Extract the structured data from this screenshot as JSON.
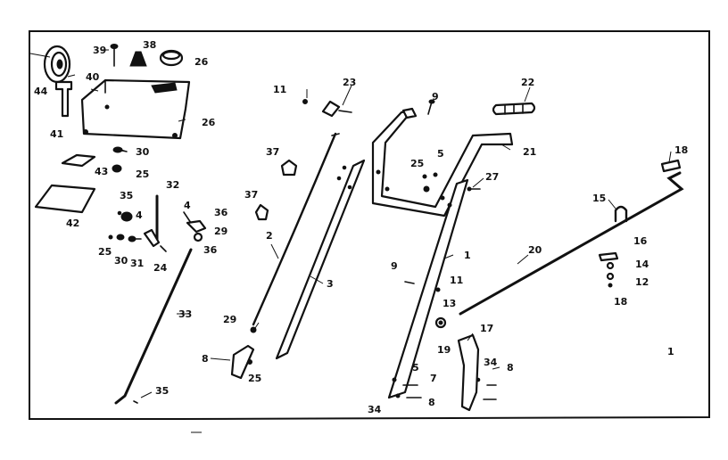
{
  "labels": {
    "l39": "39",
    "l38a": "38",
    "l26a": "26",
    "l44": "44",
    "l40": "40",
    "l26b": "26",
    "l41": "41",
    "l30a": "30",
    "l43": "43",
    "l25a": "25",
    "l42": "42",
    "l35a": "35",
    "l4a": "4",
    "l32": "32",
    "l4b": "4",
    "l36a": "36",
    "l29a": "29",
    "l36b": "36",
    "l25b": "25",
    "l30b": "30",
    "l31": "31",
    "l24": "24",
    "l33": "33",
    "l35b": "35",
    "l11a": "11",
    "l23": "23",
    "l37a": "37",
    "l37b": "37",
    "l2": "2",
    "l29b": "29",
    "l3": "3",
    "l8a": "8",
    "l25c": "25",
    "l9a": "9",
    "l22": "22",
    "l25d": "25",
    "l5a": "5",
    "l21": "21",
    "l27": "27",
    "l1": "1",
    "l9b": "9",
    "l11b": "11",
    "l13": "13",
    "l19": "19",
    "l5b": "5",
    "l7": "7",
    "l34a": "34",
    "l8b": "8",
    "l17": "17",
    "l34b": "34",
    "l8c": "8",
    "l18a": "18",
    "l15": "15",
    "l20": "20",
    "l16": "16",
    "l14": "14",
    "l12": "12",
    "l18b": "18",
    "lpage": "1"
  }
}
